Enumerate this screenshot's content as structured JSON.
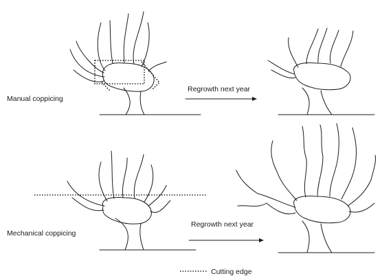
{
  "labels": {
    "manual": "Manual coppicing",
    "mechanical": "Mechanical coppicing",
    "regrowth_top": "Regrowth next year",
    "regrowth_bottom": "Regrowth next year",
    "legend": "Cutting edge"
  }
}
